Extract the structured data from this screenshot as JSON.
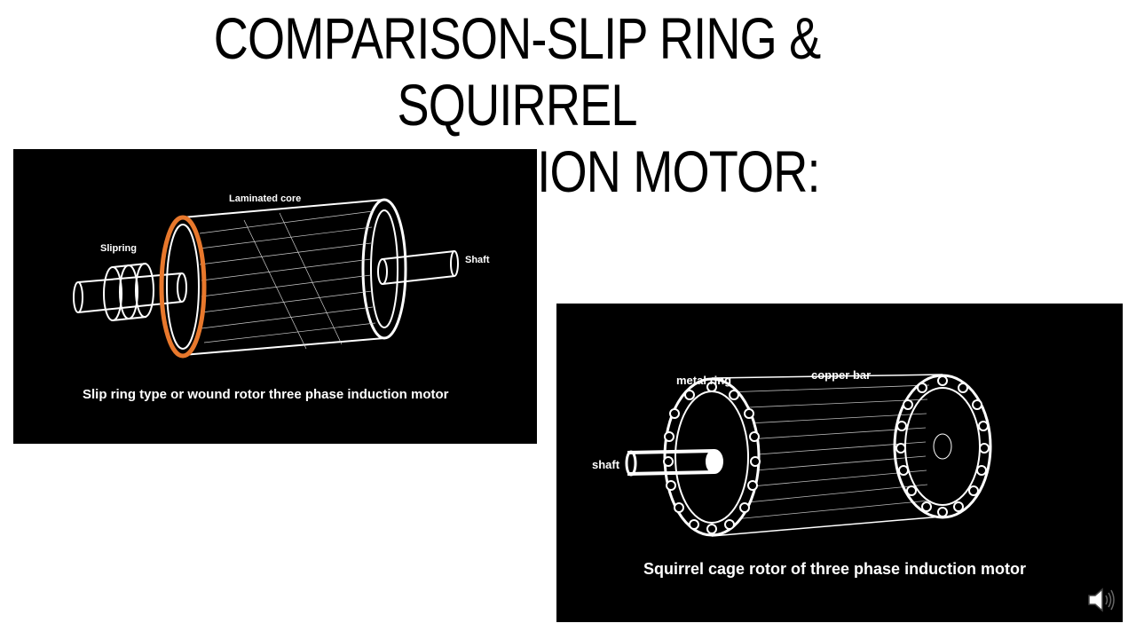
{
  "slide": {
    "title_line1": "COMPARISON-SLIP RING & SQUIRREL",
    "title_line2": "CAGE INDUCTION MOTOR:"
  },
  "slip_ring_figure": {
    "label_laminated_core": "Laminated core",
    "label_slipring": "Slipring",
    "label_shaft": "Shaft",
    "caption": "Slip ring type or wound rotor three phase induction motor",
    "accent_color": "#e8782c"
  },
  "squirrel_cage_figure": {
    "label_metal_ring": "metal ring",
    "label_copper_bar": "copper bar",
    "label_shaft": "shaft",
    "caption": "Squirrel cage rotor of three phase induction motor"
  },
  "audio": {
    "icon": "speaker-icon"
  }
}
